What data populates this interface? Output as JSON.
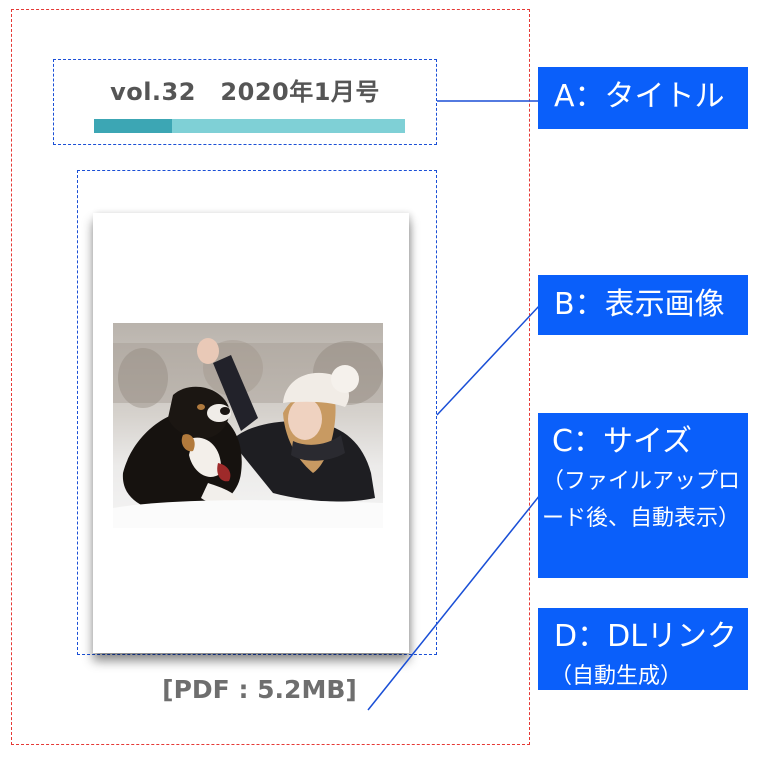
{
  "title": {
    "text": "vol.32　2020年1月号",
    "progress_fraction": 0.25
  },
  "file_size_label": "[PDF : 5.2MB]",
  "callouts": {
    "a": {
      "head": "A：タイトル"
    },
    "b": {
      "head": "B：表示画像"
    },
    "c": {
      "head": "C：サイズ",
      "sub": "（ファイルアップロード後、自動表示）"
    },
    "d": {
      "head": "D：DLリンク",
      "sub": "（自動生成）"
    }
  },
  "colors": {
    "callout_bg": "#0a5ffa",
    "outer_border": "#e53935",
    "inner_border": "#1a4fd6",
    "bar_light": "#7fd0d6",
    "bar_dark": "#3ca6b4"
  },
  "image": {
    "subject": "woman-with-dog-in-snow"
  }
}
